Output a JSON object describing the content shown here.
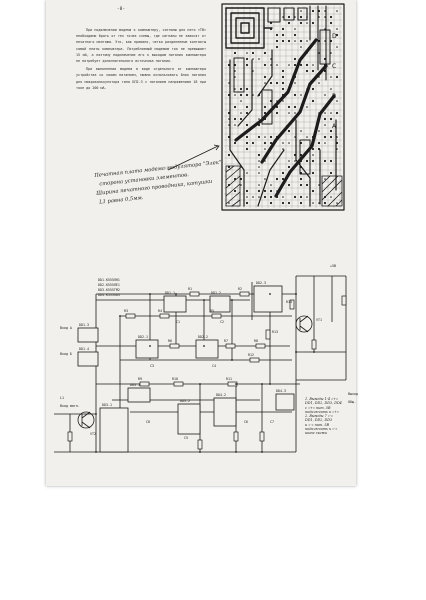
{
  "page": {
    "page_number": "-8-",
    "paragraphs": [
      "При подключении модема к компьютеру, сигналы для него «ТВ» необходимо брать от тех точек схемы, где сигналы не зависят от печатного монтажа. Это, как правило, четко разделенные контакты самой платы компьютера. Потребляемый модемом ток не превышает 15 мА, а поэтому подключение его к выходам питания компьютера не потребует дополнительного источника питания.",
      "При выполнении модема в виде отдельного от компьютера устройства со своим питанием, можно использовать блок питания для микрокалькулятора типа БП2-3 с питанием напряжением 18 при токе до 200 мА."
    ]
  },
  "caption": {
    "line1": "Печатная плата модема-модулятора \"Элек\"",
    "line2": "сторона установки элементов.",
    "line3": "Ширина печатного проводника, катушки",
    "line4": "L1 равна 0,5мм."
  },
  "pcb": {
    "row_labels": [
      "D",
      "C",
      "B",
      "A"
    ]
  },
  "schematic": {
    "supply_labels": [
      "DD1-К555ЛН1",
      "DD2-К555ЛЕ1",
      "DD3-К555ТМ2",
      "DD4-К555ЛА3"
    ],
    "input_labels": [
      "Вход\nА",
      "Вход\nБ",
      "Вход\nмагн."
    ],
    "chip_labels": [
      "DD1.1",
      "DD1.2",
      "DD1.3",
      "DD1.4",
      "DD2.1",
      "DD2.2",
      "DD2.3",
      "DD3.1",
      "DD3.2",
      "DD4.1",
      "DD4.2",
      "DD4.3"
    ],
    "component_labels": [
      "R1",
      "R2",
      "R3",
      "R4",
      "R5",
      "R6",
      "R7",
      "R8",
      "R9",
      "R10",
      "R11",
      "R12",
      "R13",
      "R14",
      "C1",
      "C2",
      "C3",
      "C4",
      "C5",
      "C6",
      "C7",
      "C8",
      "VT1",
      "VT2",
      "L1",
      "+5В",
      "Выход",
      "Общ."
    ],
    "notes": [
      "1. Выводы 1-4 «+» ",
      "DD1, DD2, DD3, DD4",
      "с «+» пит. 5В",
      "подключить к «+» ",
      "2. Выводы 7 «-»",
      "DD1, DD2, DD3",
      "и «-» пит. 5В",
      "подключить к «-»",
      "шине схемы"
    ]
  },
  "colors": {
    "ink": "#1c1c1c",
    "paper": "#f1f0ec",
    "background": "#ffffff"
  }
}
